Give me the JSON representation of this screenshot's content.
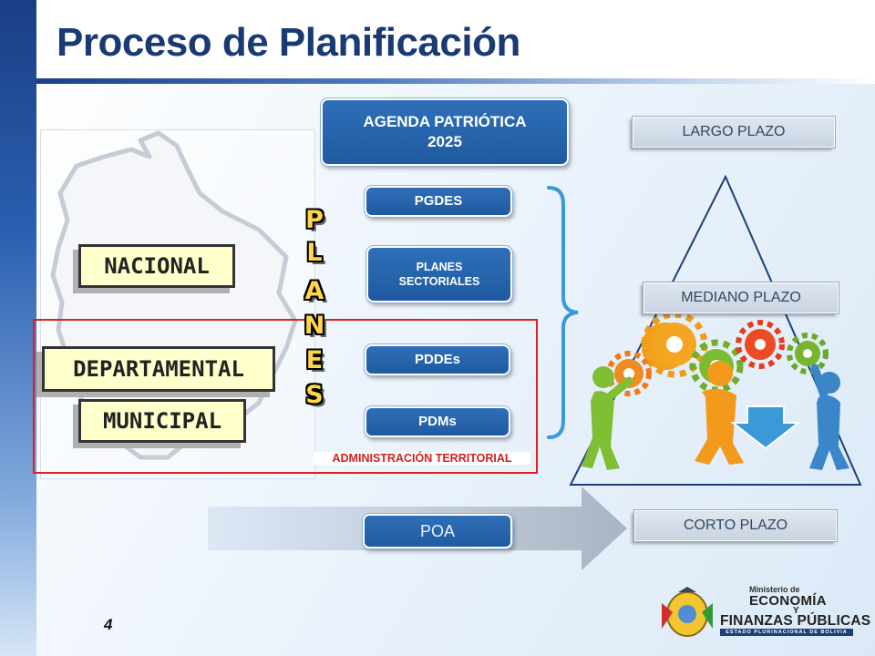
{
  "title": "Proceso de Planificación",
  "levels": {
    "nacional": "NACIONAL",
    "departamental": "DEPARTAMENTAL",
    "municipal": "MUNICIPAL"
  },
  "plans": {
    "agenda_line1": "AGENDA PATRIÓTICA",
    "agenda_line2": "2025",
    "pgdes": "PGDES",
    "sectoriales_line1": "PLANES",
    "sectoriales_line2": "SECTORIALES",
    "pddes": "PDDEs",
    "pdms": "PDMs",
    "poa": "POA"
  },
  "planes_letters": [
    "P",
    "L",
    "A",
    "N",
    "E",
    "S"
  ],
  "admin_label": "ADMINISTRACIÓN TERRITORIAL",
  "terms": {
    "largo": "LARGO PLAZO",
    "mediano": "MEDIANO PLAZO",
    "corto": "CORTO PLAZO"
  },
  "page_number": "4",
  "ministry": {
    "small": "Ministerio de",
    "economia": "ECONOMÍA",
    "y": "Y",
    "finanzas": "FINANZAS PÚBLICAS",
    "estado": "ESTADO PLURINACIONAL DE BOLIVIA"
  },
  "colors": {
    "title": "#1a3a73",
    "plan_blue": "#1f5aa0",
    "frame_red": "#e02020",
    "level_fill": "#ffffcc",
    "bracket": "#3a9ad9"
  }
}
